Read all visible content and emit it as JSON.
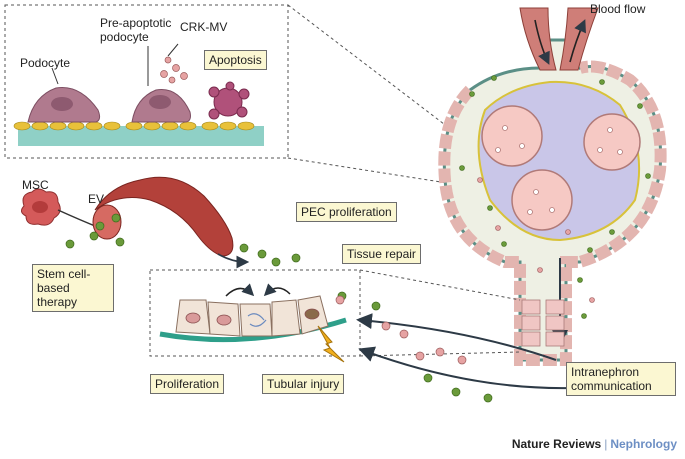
{
  "labels": {
    "podocyte": "Podocyte",
    "pre_apoptotic": "Pre-apoptotic podocyte",
    "crk_mv": "CRK-MV",
    "apoptosis": "Apoptosis",
    "blood_flow": "Blood flow",
    "msc": "MSC",
    "ev": "EV",
    "stem_cell_therapy": "Stem cell-based therapy",
    "pec_proliferation": "PEC proliferation",
    "tissue_repair": "Tissue repair",
    "proliferation": "Proliferation",
    "tubular_injury": "Tubular injury",
    "intranephron_communication": "Intranephron communication"
  },
  "footer": {
    "publisher": "Nature Reviews",
    "separator": "|",
    "journal": "Nephrology"
  },
  "colors": {
    "vesicle_green": "#6a9a3a",
    "vesicle_pink": "#d98a8a",
    "cell_pink": "#e6c2c2",
    "podocyte_mauve": "#b07a8e",
    "membrane_teal": "#8ccac0",
    "box_fill": "#fbf7d2",
    "vessel_red": "#b3413a",
    "glomerulus_fill": "#f6c9c4",
    "basement_yellow": "#d8c23a",
    "journal_blue": "#6d8fc4"
  }
}
